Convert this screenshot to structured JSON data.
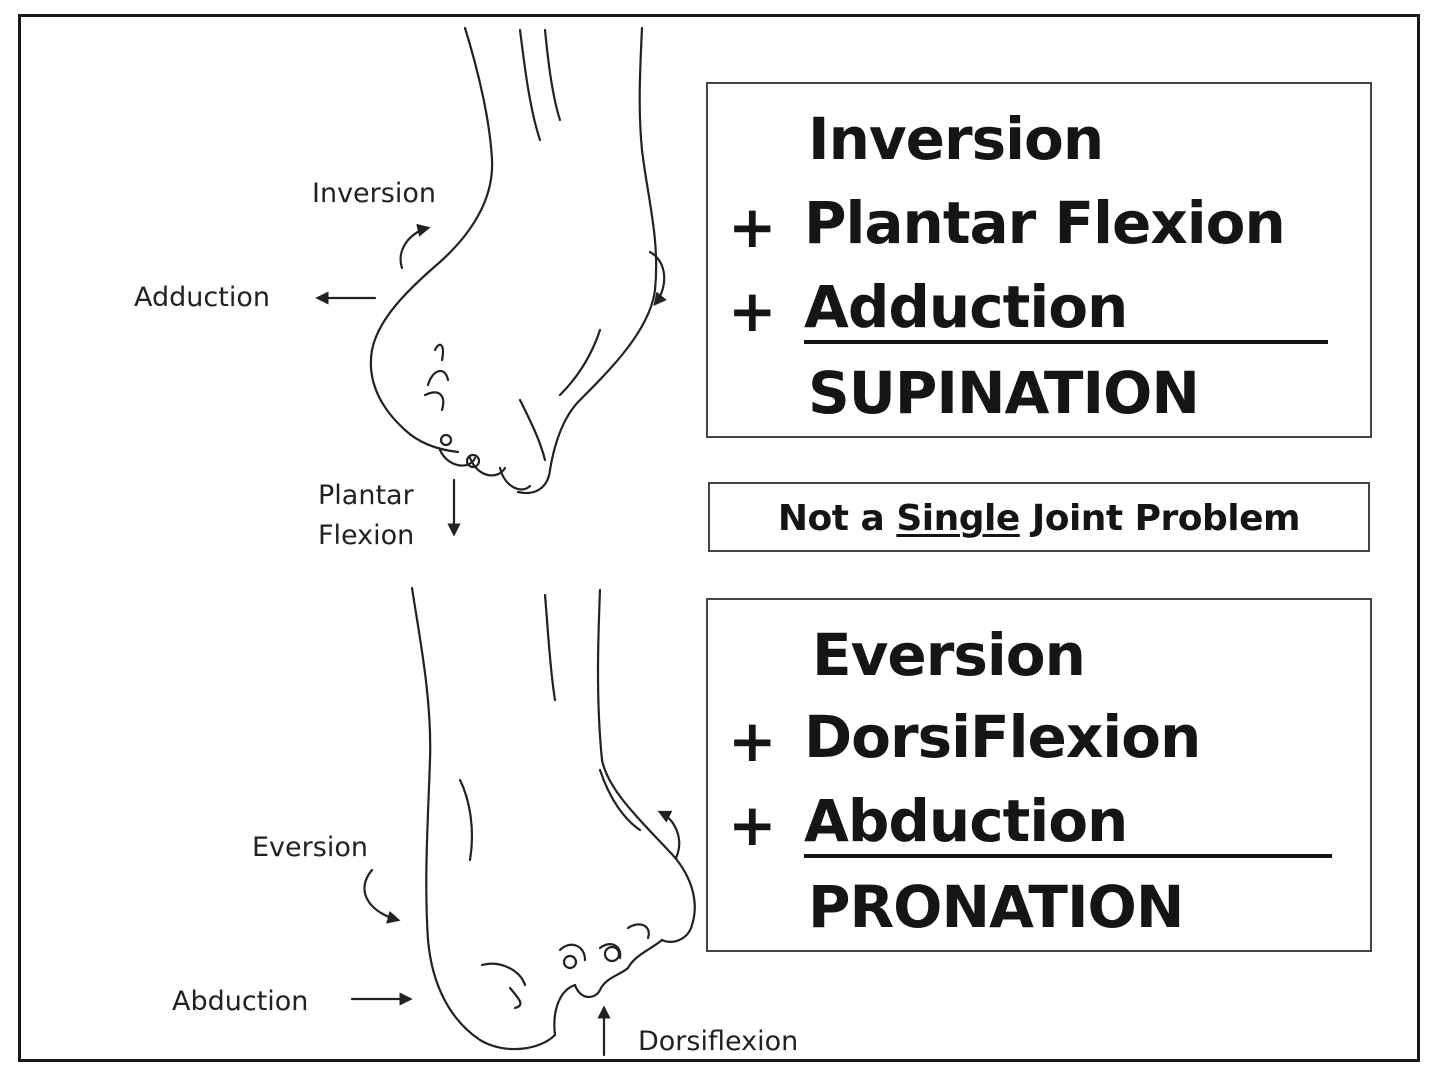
{
  "top_foot": {
    "labels": {
      "inversion": "Inversion",
      "adduction": "Adduction",
      "plantar_flexion_1": "Plantar",
      "plantar_flexion_2": "Flexion"
    }
  },
  "bottom_foot": {
    "labels": {
      "eversion": "Eversion",
      "abduction": "Abduction",
      "dorsiflexion": "Dorsiflexion"
    }
  },
  "supination_box": {
    "line1": "Inversion",
    "plus": "+",
    "line2": "Plantar Flexion",
    "line3": "Adduction",
    "result": "SUPINATION"
  },
  "note_box": {
    "before": "Not a ",
    "emphasis": "Single",
    "after": " Joint Problem"
  },
  "pronation_box": {
    "line1": "Eversion",
    "plus": "+",
    "line2": "DorsiFlexion",
    "line3": "Abduction",
    "result": "PRONATION"
  }
}
